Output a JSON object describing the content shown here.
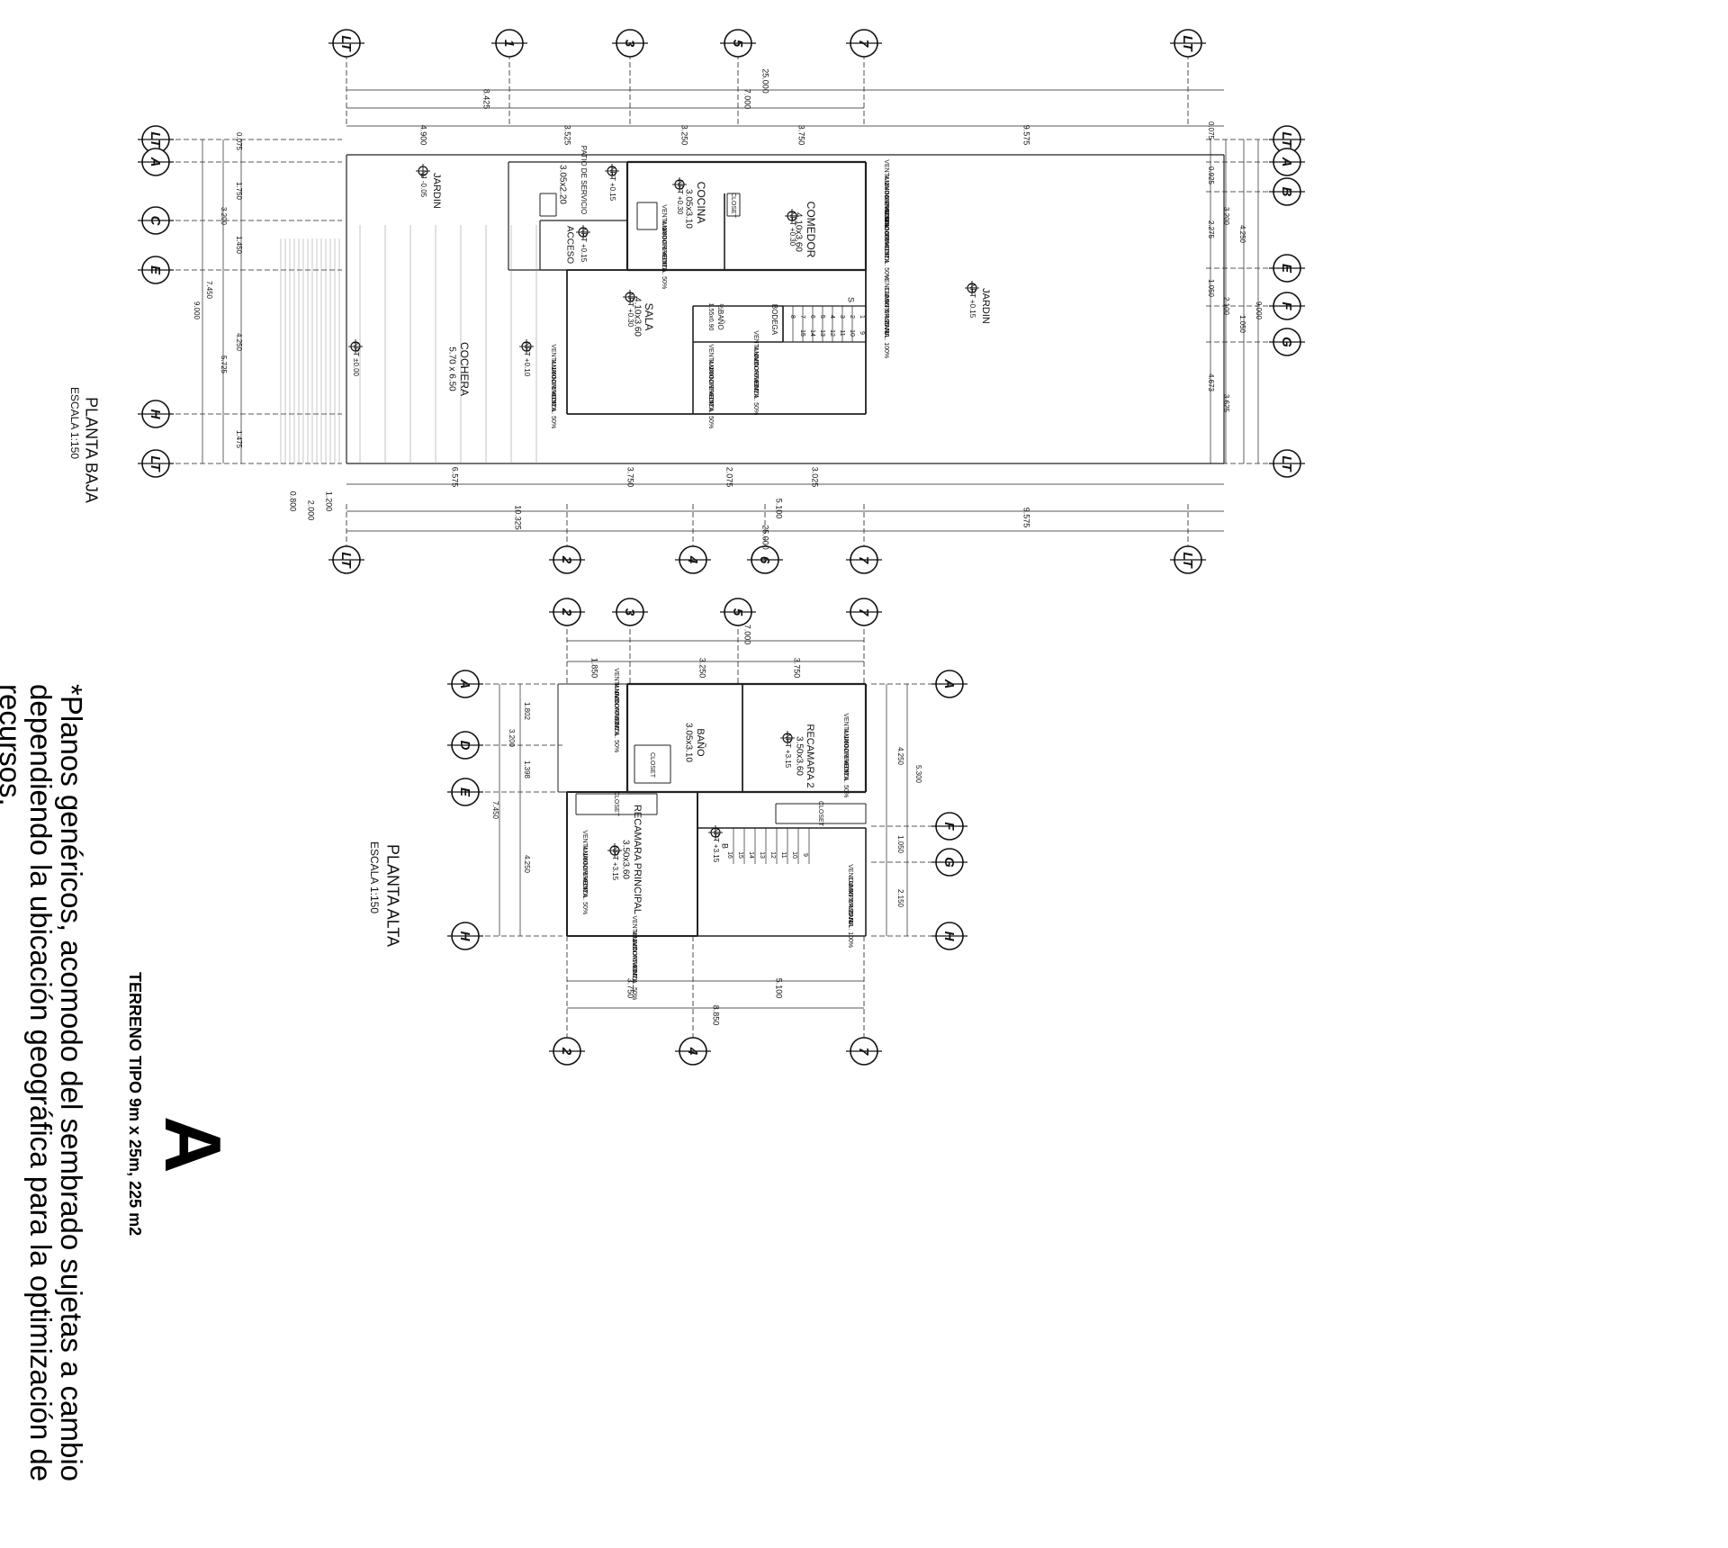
{
  "sheet": {
    "terreno": "TERRENO TIPO 9m x 25m, 225 m2",
    "logo_letter": "A",
    "note": "*Planos genéricos, acomodo del sembrado sujetas a cambio dependiendo la ubicación geográfica para la optimización de recursos."
  },
  "planta_baja": {
    "title": "PLANTA BAJA",
    "scale": "ESCALA 1:150",
    "axes_long": [
      "LT",
      "1",
      "3",
      "5",
      "7",
      "LT"
    ],
    "axes_long_bottom": [
      "LT",
      "2",
      "4",
      "6",
      "7",
      "LT"
    ],
    "axes_short_left": [
      "LT",
      "A",
      "C",
      "E",
      "H",
      "LT"
    ],
    "axes_short_right": [
      "LT",
      "A",
      "B",
      "E",
      "F",
      "G",
      "LT"
    ],
    "dims_top": [
      "25.000",
      "8.425",
      "7.000",
      "4.900",
      "3.525",
      "3.250",
      "3.750",
      "9.575"
    ],
    "dims_bottom": [
      "6.575",
      "3.750",
      "2.075",
      "3.025",
      "10.325",
      "5.100",
      "9.575",
      "25.000",
      "1.200",
      "2.000",
      "0.800"
    ],
    "dims_left": [
      "0.075",
      "1.750",
      "3.200",
      "1.450",
      "7.450",
      "9.000",
      "4.250",
      "5.725",
      "1.475"
    ],
    "dims_right": [
      "0.075",
      "0.925",
      "3.200",
      "2.275",
      "4.250",
      "1.050",
      "2.100",
      "9.000",
      "1.050",
      "4.673",
      "3.625"
    ],
    "rooms": [
      {
        "name": "JARDIN",
        "npt": "NJ -0.05"
      },
      {
        "name": "PATIO DE SERVICIO",
        "size": "3.05x2.20",
        "npt": "NPT +0.15"
      },
      {
        "name": "COCINA",
        "size": "3.05x3.10",
        "npt": "NPT +0.30"
      },
      {
        "name": "COMEDOR",
        "size": "4.10x3.60",
        "npt": "NPT +0.30"
      },
      {
        "name": "ACCESO",
        "npt": "NPT +0.15"
      },
      {
        "name": "JARDIN",
        "npt": "NPT +0.15"
      },
      {
        "name": "SALA",
        "size": "4.10x3.60",
        "npt": "NPT +0.30"
      },
      {
        "name": "COCHERA",
        "size": "5.70 x 6.50",
        "npt": "NPT ±0.00"
      },
      {
        "name": "½BAÑO",
        "size": "1.55x0.90"
      },
      {
        "name": "BODEGA"
      }
    ],
    "npt_extra": "NPT +0.10",
    "windows": [
      {
        "l1": "VENTANA CORREDIZA",
        "l2": "0.80 X 1.40 M",
        "l3": "ILUMIN. Y VENTIL. 50%"
      },
      {
        "l1": "VENTANA CORREDIZA",
        "l2": "2.40 X 2.40 M",
        "l3": "ILUMIN. Y VENTIL. 50%"
      },
      {
        "l1": "VENTANA PERSIANA",
        "l2": "0.60 X 4.25 M",
        "l3": "ILUMIN. Y VENTIL. 100%"
      },
      {
        "l1": "VENTANA CORREDIZA",
        "l2": "0.60 X 0.40M",
        "l3": "ILUMIN. Y VENTIL. 50%"
      },
      {
        "l1": "VENTANA CORREDIZA",
        "l2": "2.00 X 2.40 M",
        "l3": "ILUMIN. Y VENTIL. 50%"
      },
      {
        "l1": "VENTANA CORREDIZA",
        "l2": "1.60 X 1.40 M",
        "l3": "ILUMIN. Y VENTIL. 50%"
      }
    ],
    "closet": "CLOSET",
    "stair_mark": "S",
    "stair_steps": [
      "1",
      "2",
      "3",
      "4",
      "5",
      "6",
      "7",
      "8",
      "9",
      "10",
      "11",
      "12",
      "13",
      "14",
      "15"
    ]
  },
  "planta_alta": {
    "title": "PLANTA ALTA",
    "scale": "ESCALA 1:150",
    "axes_long_top": [
      "2",
      "3",
      "5",
      "7"
    ],
    "axes_long_bottom": [
      "2",
      "4",
      "7"
    ],
    "axes_short_left": [
      "A",
      "D",
      "E",
      "H"
    ],
    "axes_short_right": [
      "A",
      "F",
      "G",
      "H"
    ],
    "dims_top": [
      "7.000",
      "1.850",
      "3.250",
      "3.750"
    ],
    "dims_bottom": [
      "3.750",
      "5.100",
      "8.850"
    ],
    "dims_left": [
      "1.802",
      "3.200",
      "1.398",
      "7.450",
      "4.250"
    ],
    "dims_right": [
      "4.250",
      "5.300",
      "1.050",
      "2.150"
    ],
    "rooms": [
      {
        "name": "BAÑO",
        "size": "3.05x3.10"
      },
      {
        "name": "RECAMARA 2",
        "size": "3.50x3.60",
        "npt": "NPT +3.15"
      },
      {
        "name": "RECAMARA PRINCIPAL",
        "size": "3.50x3.60",
        "npt": "NPT +3.15"
      }
    ],
    "npt_extra": "NPT +3.15",
    "b_mark": "B",
    "windows": [
      {
        "l1": "VENTANA CORREDIZA",
        "l2": "0.60 X 0.60M",
        "l3": "ILUMIN. Y VENTIL. 50%"
      },
      {
        "l1": "VENTANA CORREDIZA",
        "l2": "1.60 X 1.40 M",
        "l3": "ILUMIN. Y VENTIL. 50%"
      },
      {
        "l1": "VENTANA PERSIANA",
        "l2": "0.60 X 4.25 M",
        "l3": "ILUMIN. Y VENTIL. 100%"
      },
      {
        "l1": "VENTANA CORREDIZA",
        "l2": "1.60 X 1.40 M",
        "l3": "ILUMIN. Y VENTIL. 50%"
      },
      {
        "l1": "VENTANA CORREDIZA",
        "l2": "1.60 X 1.40M",
        "l3": "ILUMIN. Y VENTIL. 50%"
      }
    ],
    "closets": [
      "CLOSET",
      "CLOSET",
      "CLOSET"
    ],
    "stair_steps": [
      "9",
      "10",
      "11",
      "12",
      "13",
      "14",
      "15",
      "16"
    ]
  }
}
